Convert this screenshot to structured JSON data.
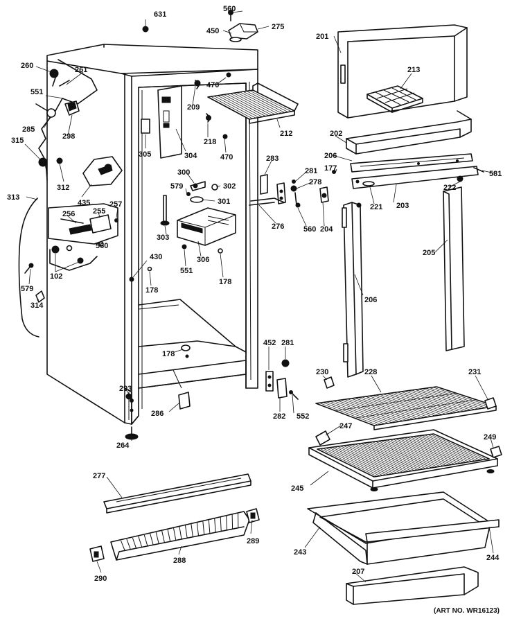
{
  "art_number": "(ART NO. WR16123)",
  "labels": [
    {
      "id": "l631",
      "text": "631"
    },
    {
      "id": "l560a",
      "text": "560"
    },
    {
      "id": "l450",
      "text": "450"
    },
    {
      "id": "l275",
      "text": "275"
    },
    {
      "id": "l201",
      "text": "201"
    },
    {
      "id": "l213",
      "text": "213"
    },
    {
      "id": "l260",
      "text": "260"
    },
    {
      "id": "l261",
      "text": "261"
    },
    {
      "id": "l551a",
      "text": "551"
    },
    {
      "id": "l285",
      "text": "285"
    },
    {
      "id": "l298",
      "text": "298"
    },
    {
      "id": "l470a",
      "text": "470"
    },
    {
      "id": "l209",
      "text": "209"
    },
    {
      "id": "l212",
      "text": "212"
    },
    {
      "id": "l305",
      "text": "305"
    },
    {
      "id": "l304",
      "text": "304"
    },
    {
      "id": "l218",
      "text": "218"
    },
    {
      "id": "l470b",
      "text": "470"
    },
    {
      "id": "l202",
      "text": "202"
    },
    {
      "id": "l206a",
      "text": "206"
    },
    {
      "id": "l177",
      "text": "177"
    },
    {
      "id": "l581",
      "text": "581"
    },
    {
      "id": "l315",
      "text": "315"
    },
    {
      "id": "l312",
      "text": "312"
    },
    {
      "id": "l283",
      "text": "283"
    },
    {
      "id": "l281a",
      "text": "281"
    },
    {
      "id": "l278",
      "text": "278"
    },
    {
      "id": "l222",
      "text": "222"
    },
    {
      "id": "l300",
      "text": "300"
    },
    {
      "id": "l579a",
      "text": "579"
    },
    {
      "id": "l302",
      "text": "302"
    },
    {
      "id": "l301",
      "text": "301"
    },
    {
      "id": "l221",
      "text": "221"
    },
    {
      "id": "l203",
      "text": "203"
    },
    {
      "id": "l313",
      "text": "313"
    },
    {
      "id": "l435",
      "text": "435"
    },
    {
      "id": "l256",
      "text": "256"
    },
    {
      "id": "l255",
      "text": "255"
    },
    {
      "id": "l257",
      "text": "257"
    },
    {
      "id": "l303",
      "text": "303"
    },
    {
      "id": "l276",
      "text": "276"
    },
    {
      "id": "l560b",
      "text": "560"
    },
    {
      "id": "l204",
      "text": "204"
    },
    {
      "id": "l560c",
      "text": "560"
    },
    {
      "id": "l306",
      "text": "306"
    },
    {
      "id": "l205",
      "text": "205"
    },
    {
      "id": "l430",
      "text": "430"
    },
    {
      "id": "l102",
      "text": "102"
    },
    {
      "id": "l551b",
      "text": "551"
    },
    {
      "id": "l178a",
      "text": "178"
    },
    {
      "id": "l178b",
      "text": "178"
    },
    {
      "id": "l579b",
      "text": "579"
    },
    {
      "id": "l206b",
      "text": "206"
    },
    {
      "id": "l314",
      "text": "314"
    },
    {
      "id": "l178c",
      "text": "178"
    },
    {
      "id": "l452",
      "text": "452"
    },
    {
      "id": "l281b",
      "text": "281"
    },
    {
      "id": "l230",
      "text": "230"
    },
    {
      "id": "l228",
      "text": "228"
    },
    {
      "id": "l231",
      "text": "231"
    },
    {
      "id": "l293",
      "text": "293"
    },
    {
      "id": "l282",
      "text": "282"
    },
    {
      "id": "l552",
      "text": "552"
    },
    {
      "id": "l286",
      "text": "286"
    },
    {
      "id": "l247",
      "text": "247"
    },
    {
      "id": "l264",
      "text": "264"
    },
    {
      "id": "l249",
      "text": "249"
    },
    {
      "id": "l277",
      "text": "277"
    },
    {
      "id": "l245",
      "text": "245"
    },
    {
      "id": "l289",
      "text": "289"
    },
    {
      "id": "l243",
      "text": "243"
    },
    {
      "id": "l244",
      "text": "244"
    },
    {
      "id": "l288",
      "text": "288"
    },
    {
      "id": "l290",
      "text": "290"
    },
    {
      "id": "l207",
      "text": "207"
    }
  ]
}
